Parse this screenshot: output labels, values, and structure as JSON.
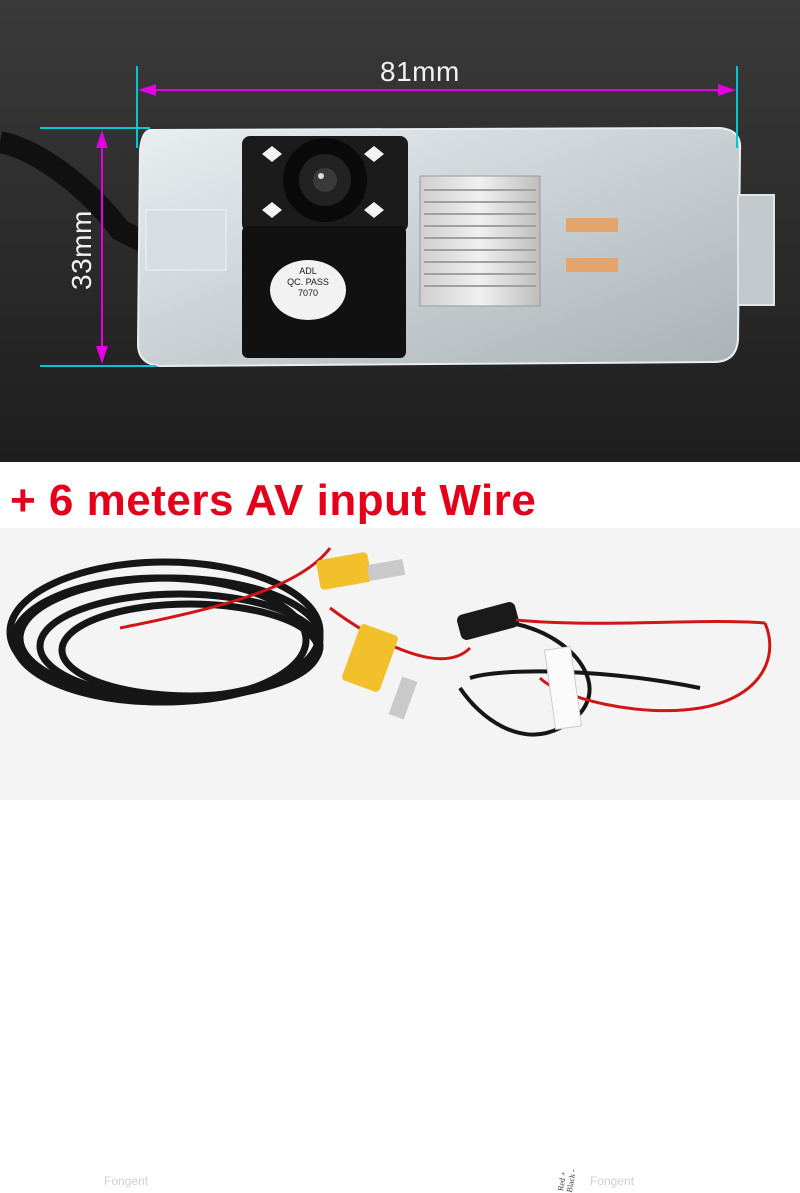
{
  "product_photo": {
    "width_dimension": "81mm",
    "height_dimension": "33mm",
    "qc_stamp": [
      "ADL",
      "QC. PASS",
      "7070"
    ]
  },
  "headline": "+ 6 meters AV input Wire",
  "cable_photo": {
    "watermark": "Fongent",
    "power_tag": [
      "Red +",
      "Black -"
    ]
  },
  "colors": {
    "headline": "#e4001a",
    "dimension_line": "#e000e0",
    "extension_line": "#00c8d0"
  }
}
